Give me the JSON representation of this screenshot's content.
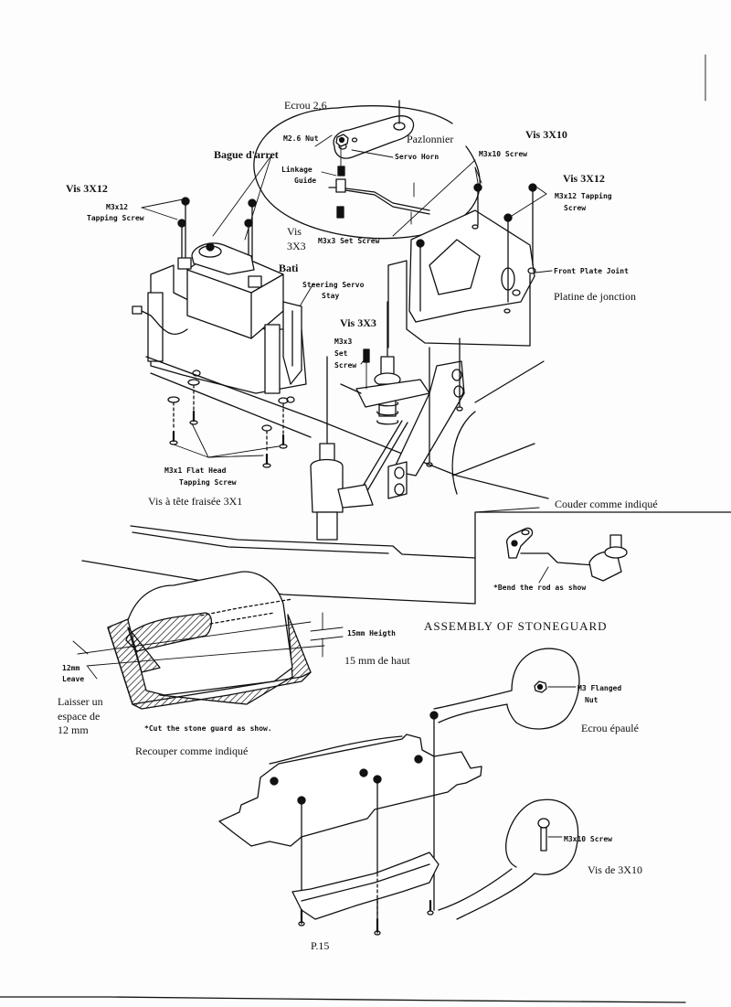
{
  "page": {
    "page_number": "P.15",
    "section_title": "ASSEMBLY OF STONEGUARD"
  },
  "servo_section": {
    "labels": {
      "ecrou_2_6": "Ecrou 2,6",
      "m2_6_nut": "M2.6 Nut",
      "pazlonnier": "Pazlonnier",
      "servo_horn": "Servo Horn",
      "bague_darret": "Bague d'arret",
      "linkage_guide_1": "Linkage",
      "linkage_guide_2": "Guide",
      "vis_3x3_a_1": "Vis",
      "vis_3x3_a_2": "3X3",
      "m3x3_set_screw": "M3x3 Set Screw",
      "vis_3x12_left": "Vis 3X12",
      "m3x12_tapping_left_1": "M3x12",
      "m3x12_tapping_left_2": "Tapping Screw",
      "bati": "Bati",
      "steering_servo_stay_1": "Steering Servo",
      "steering_servo_stay_2": "Stay",
      "vis_3x10_top": "Vis 3X10",
      "m3x10_screw_top": "M3x10 Screw",
      "vis_3x12_right": "Vis 3X12",
      "m3x12_tapping_right_1": "M3x12 Tapping",
      "m3x12_tapping_right_2": "Screw",
      "front_plate_joint": "Front Plate Joint",
      "platine_de_jonction": "Platine de jonction",
      "vis_3x3_b": "Vis 3X3",
      "m3x3_set_b_1": "M3x3",
      "m3x3_set_b_2": "Set",
      "m3x3_set_b_3": "Screw",
      "m3x1_flat_1": "M3x1  Flat Head",
      "m3x1_flat_2": "Tapping Screw",
      "vis_tete_fraisee": "Vis à tête fraisée 3X1",
      "couder_comme_indique": "Couder comme indiqué",
      "bend_rod": "*Bend the rod as show"
    }
  },
  "stoneguard_section": {
    "labels": {
      "leave_12mm_1": "12mm",
      "leave_12mm_2": "Leave",
      "laisser_1": "Laisser un",
      "laisser_2": "espace de",
      "laisser_3": "12 mm",
      "height_15mm": "15mm Heigth",
      "haut_15mm": "15  mm de haut",
      "cut_stone_guard": "*Cut the stone guard as show.",
      "recouper": "Recouper comme indiqué",
      "m3_flanged_1": "M3 Flanged",
      "m3_flanged_2": "Nut",
      "ecrou_epaule": "Ecrou épaulé",
      "m3x10_screw_bottom": "M3x10 Screw",
      "vis_de_3x10": "Vis de 3X10"
    }
  }
}
